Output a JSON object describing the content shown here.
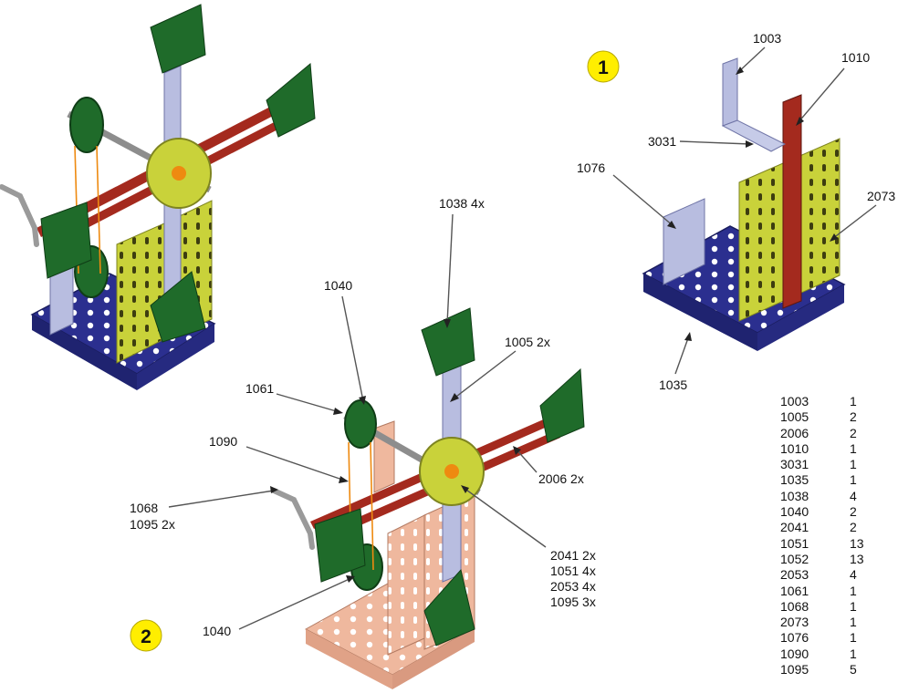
{
  "steps": [
    {
      "number": "1",
      "badge_color": "#ffee00"
    },
    {
      "number": "2",
      "badge_color": "#ffee00"
    }
  ],
  "callouts_step1": {
    "c1003": "1003",
    "c1010": "1010",
    "c3031": "3031",
    "c1076": "1076",
    "c2073": "2073",
    "c1035": "1035"
  },
  "callouts_step2": {
    "c1038": "1038 4x",
    "c1040_top": "1040",
    "c1005": "1005 2x",
    "c1061": "1061",
    "c1090": "1090",
    "c2006": "2006 2x",
    "c1068_a": "1068",
    "c1068_b": "1095 2x",
    "c2041_a": "2041 2x",
    "c2041_b": "1051 4x",
    "c2041_c": "2053 4x",
    "c2041_d": "1095 3x",
    "c1040_bottom": "1040"
  },
  "parts_list": [
    {
      "part": "1003",
      "qty": "1"
    },
    {
      "part": "1005",
      "qty": "2"
    },
    {
      "part": "2006",
      "qty": "2"
    },
    {
      "part": "1010",
      "qty": "1"
    },
    {
      "part": "3031",
      "qty": "1"
    },
    {
      "part": "1035",
      "qty": "1"
    },
    {
      "part": "1038",
      "qty": "4"
    },
    {
      "part": "1040",
      "qty": "2"
    },
    {
      "part": "2041",
      "qty": "2"
    },
    {
      "part": "1051",
      "qty": "13"
    },
    {
      "part": "1052",
      "qty": "13"
    },
    {
      "part": "2053",
      "qty": "4"
    },
    {
      "part": "1061",
      "qty": "1"
    },
    {
      "part": "1068",
      "qty": "1"
    },
    {
      "part": "2073",
      "qty": "1"
    },
    {
      "part": "1076",
      "qty": "1"
    },
    {
      "part": "1090",
      "qty": "1"
    },
    {
      "part": "1095",
      "qty": "5"
    }
  ],
  "colors": {
    "base_plate": "#2b2f8f",
    "green_plate": "#1f6b2a",
    "yellow_plate": "#c9d23a",
    "red_strip": "#a42a1e",
    "lavender_strip": "#b8bde0",
    "grey_steel": "#9a9a9a",
    "orange_string": "#ee8a10",
    "salmon_model": "#efb89e"
  }
}
